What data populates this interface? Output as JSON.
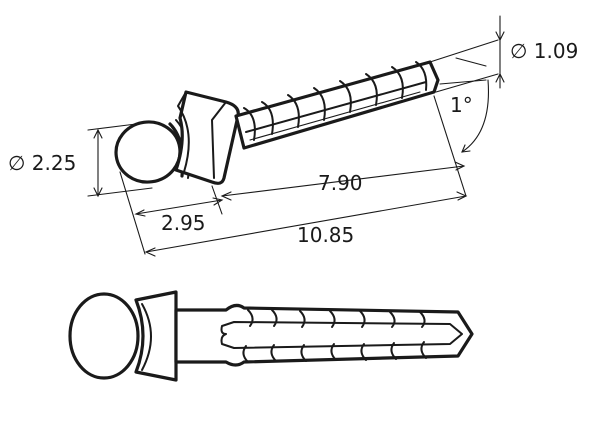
{
  "figure": {
    "dimensions": {
      "head_diameter": "∅ 2.25",
      "shank_diameter": "∅ 1.09",
      "taper_angle": "1°",
      "head_length": "2.95",
      "thread_length": "7.90",
      "overall_length": "10.85"
    }
  }
}
